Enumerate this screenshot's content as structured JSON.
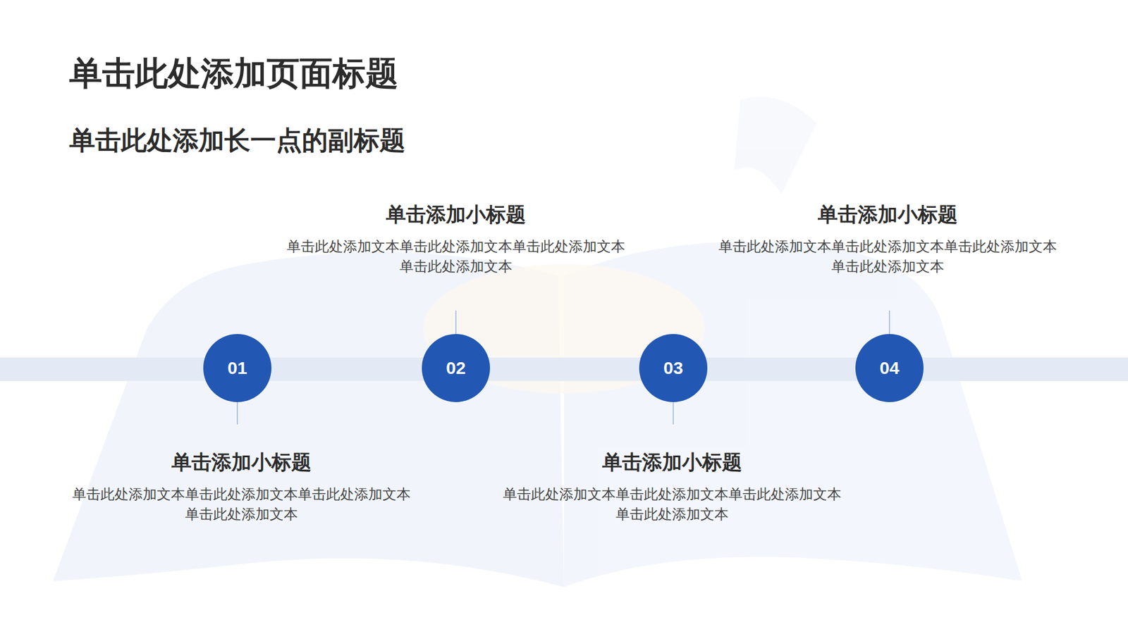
{
  "diagram": {
    "title": "单击此处添加页面标题",
    "nodes": [
      {
        "text": [
          "01"
        ]
      },
      {
        "text": [
          "单击添加小标题",
          "单击此处添加文本单击此处添加文本单击此处添加文本单击此处添加文本"
        ]
      },
      {
        "text": [
          "02"
        ]
      },
      {
        "text": [
          "单击添加小标题",
          "单击此处添加文本单击此处添加文本单击此处添加文本单击此处添加文本"
        ]
      },
      {
        "text": [
          "03"
        ]
      },
      {
        "text": [
          "单击添加小标题",
          "单击此处添加文本单击此处添加文本单击此处添加文本单击此处添加文本"
        ]
      },
      {
        "text": [
          "04"
        ]
      },
      {
        "text": [
          "单击添加小标题",
          "单击此处添加文本单击此处添加文本单击此处添加文本单击此处添加文本"
        ]
      }
    ],
    "edges": [
      {
        "from": 0,
        "to": 1,
        "arrow": "none"
      },
      {
        "from": 2,
        "to": 3,
        "arrow": "none"
      },
      {
        "from": 4,
        "to": 5,
        "arrow": "none"
      },
      {
        "from": 6,
        "to": 7,
        "arrow": "none"
      }
    ],
    "labels": [
      "单击此处添加长一点的副标题"
    ]
  }
}
